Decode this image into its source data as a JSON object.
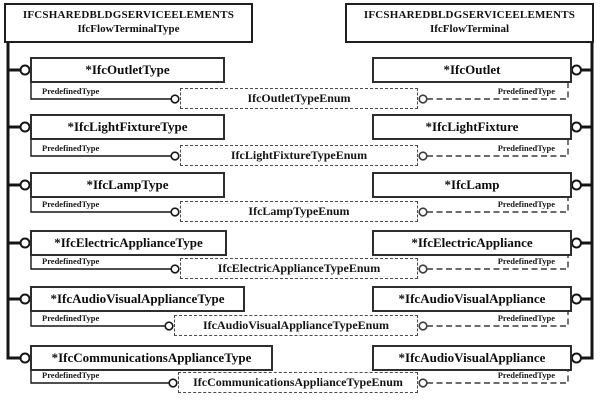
{
  "diagram": {
    "left_header": {
      "line1": "IFCSHAREDBLDGSERVICEELEMENTS",
      "line2": "IfcFlowTerminalType"
    },
    "right_header": {
      "line1": "IFCSHAREDBLDGSERVICEELEMENTS",
      "line2": "IfcFlowTerminal"
    },
    "attr_label": "PredefinedType",
    "rows": [
      {
        "left": "*IfcOutletType",
        "right": "*IfcOutlet",
        "enum": "IfcOutletTypeEnum"
      },
      {
        "left": "*IfcLightFixtureType",
        "right": "*IfcLightFixture",
        "enum": "IfcLightFixtureTypeEnum"
      },
      {
        "left": "*IfcLampType",
        "right": "*IfcLamp",
        "enum": "IfcLampTypeEnum"
      },
      {
        "left": "*IfcElectricApplianceType",
        "right": "*IfcElectricAppliance",
        "enum": "IfcElectricApplianceTypeEnum"
      },
      {
        "left": "*IfcAudioVisualApplianceType",
        "right": "*IfcAudioVisualAppliance",
        "enum": "IfcAudioVisualApplianceTypeEnum"
      },
      {
        "left": "*IfcCommunicationsApplianceType",
        "right": "*IfcAudioVisualAppliance",
        "enum": "IfcCommunicationsApplianceTypeEnum"
      }
    ],
    "colors": {
      "line": "#151515",
      "dashed_line": "#3c3c3c",
      "box_border": "#2e2e2e",
      "background": "#ffffff"
    }
  }
}
